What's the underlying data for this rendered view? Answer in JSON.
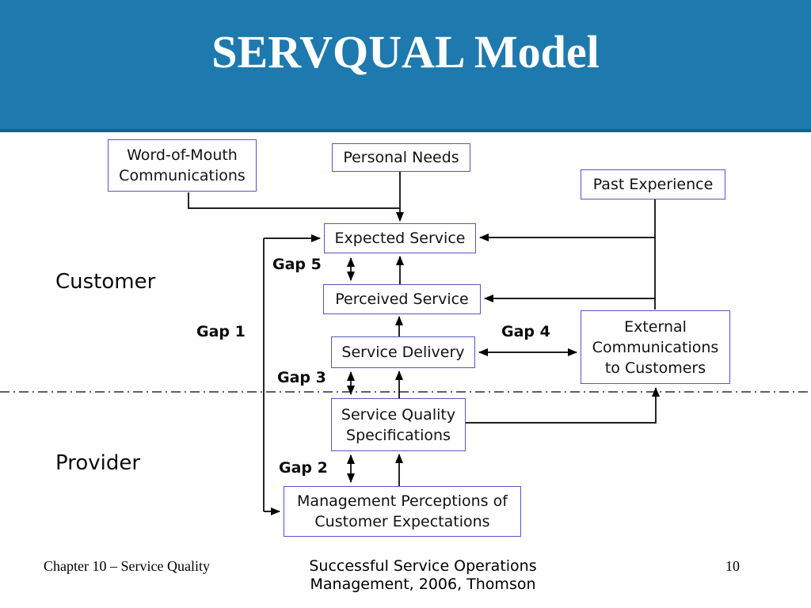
{
  "title": "SERVQUAL Model",
  "labels": {
    "customer": "Customer",
    "provider": "Provider"
  },
  "boxes": {
    "word_of_mouth": "Word-of-Mouth\nCommunications",
    "personal_needs": "Personal Needs",
    "past_experience": "Past Experience",
    "expected_service": "Expected Service",
    "perceived_service": "Perceived Service",
    "service_delivery": "Service Delivery",
    "external_communications": "External\nCommunications\nto Customers",
    "service_quality_specifications": "Service Quality\nSpecifications",
    "management_perceptions": "Management Perceptions of\nCustomer Expectations"
  },
  "gaps": {
    "gap1": "Gap 1",
    "gap2": "Gap 2",
    "gap3": "Gap 3",
    "gap4": "Gap 4",
    "gap5": "Gap 5"
  },
  "footer": {
    "left": "Chapter 10 – Service Quality",
    "center_line1": "Successful Service Operations",
    "center_line2": "Management, 2006, Thomson",
    "page": "10"
  },
  "colors": {
    "header_blue": "#1E79AE",
    "header_edge": "#15608D",
    "box_border": "#5555C8",
    "connector": "#000000"
  }
}
